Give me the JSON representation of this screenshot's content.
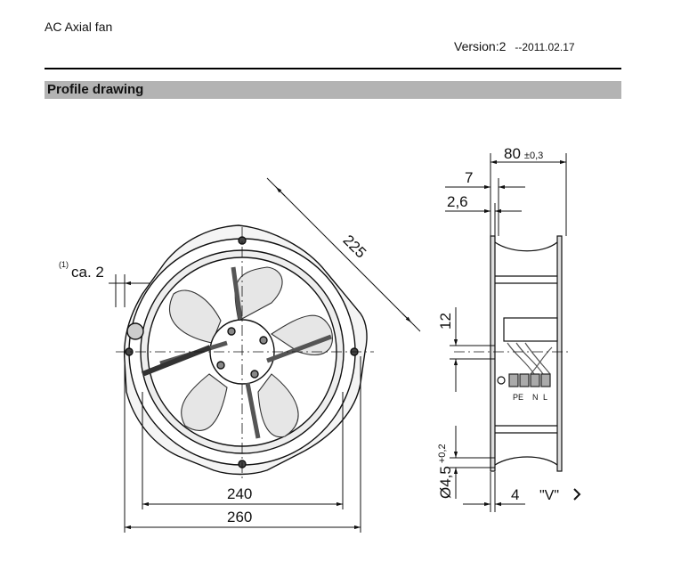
{
  "header": {
    "product": "AC Axial fan",
    "version": "Version:2",
    "date": "--2011.02.17"
  },
  "section": {
    "title": "Profile drawing"
  },
  "drawing": {
    "front_view": {
      "dim_diagonal": "225",
      "dim_note_superscript": "(1)",
      "dim_note": "ca. 2",
      "dim_inner_width": "240",
      "dim_outer_width": "260"
    },
    "side_view": {
      "dim_depth": "80",
      "dim_depth_tolerance": "±0,3",
      "dim_7": "7",
      "dim_2_6": "2,6",
      "dim_12": "12",
      "dim_hole": "Ø4,5",
      "dim_hole_tolerance": "+0,2",
      "dim_4": "4",
      "view_label": "\"V\"",
      "terminal_labels": [
        "PE",
        "N",
        "L"
      ]
    }
  }
}
